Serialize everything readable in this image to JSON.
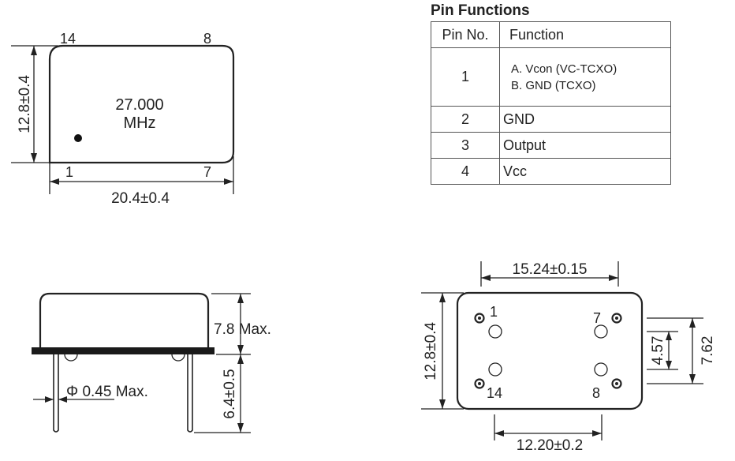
{
  "pin_functions": {
    "title": "Pin Functions",
    "headers": [
      "Pin No.",
      "Function"
    ],
    "rows": [
      {
        "no": "1",
        "lines": [
          "A. Vcon (VC-TCXO)",
          "B. GND (TCXO)"
        ]
      },
      {
        "no": "2",
        "lines": [
          "GND"
        ]
      },
      {
        "no": "3",
        "lines": [
          "Output"
        ]
      },
      {
        "no": "4",
        "lines": [
          "Vcc"
        ]
      }
    ]
  },
  "top_view": {
    "pins": {
      "top_left": "14",
      "top_right": "8",
      "bottom_left": "1",
      "bottom_right": "7"
    },
    "marking": [
      "27.000",
      "MHz"
    ],
    "height_dim": "12.8±0.4",
    "width_dim": "20.4±0.4"
  },
  "side_view": {
    "body_height": "7.8 Max.",
    "lead_length": "6.4±0.5",
    "lead_diameter": "Φ 0.45 Max."
  },
  "bottom_view": {
    "pins": {
      "top_left": "1",
      "top_right": "7",
      "bottom_left": "14",
      "bottom_right": "8"
    },
    "top_spacing": "15.24±0.15",
    "bottom_spacing": "12.20±0.2",
    "height_dim": "12.8±0.4",
    "inner_vertical": "4.57",
    "outer_vertical": "7.62"
  }
}
